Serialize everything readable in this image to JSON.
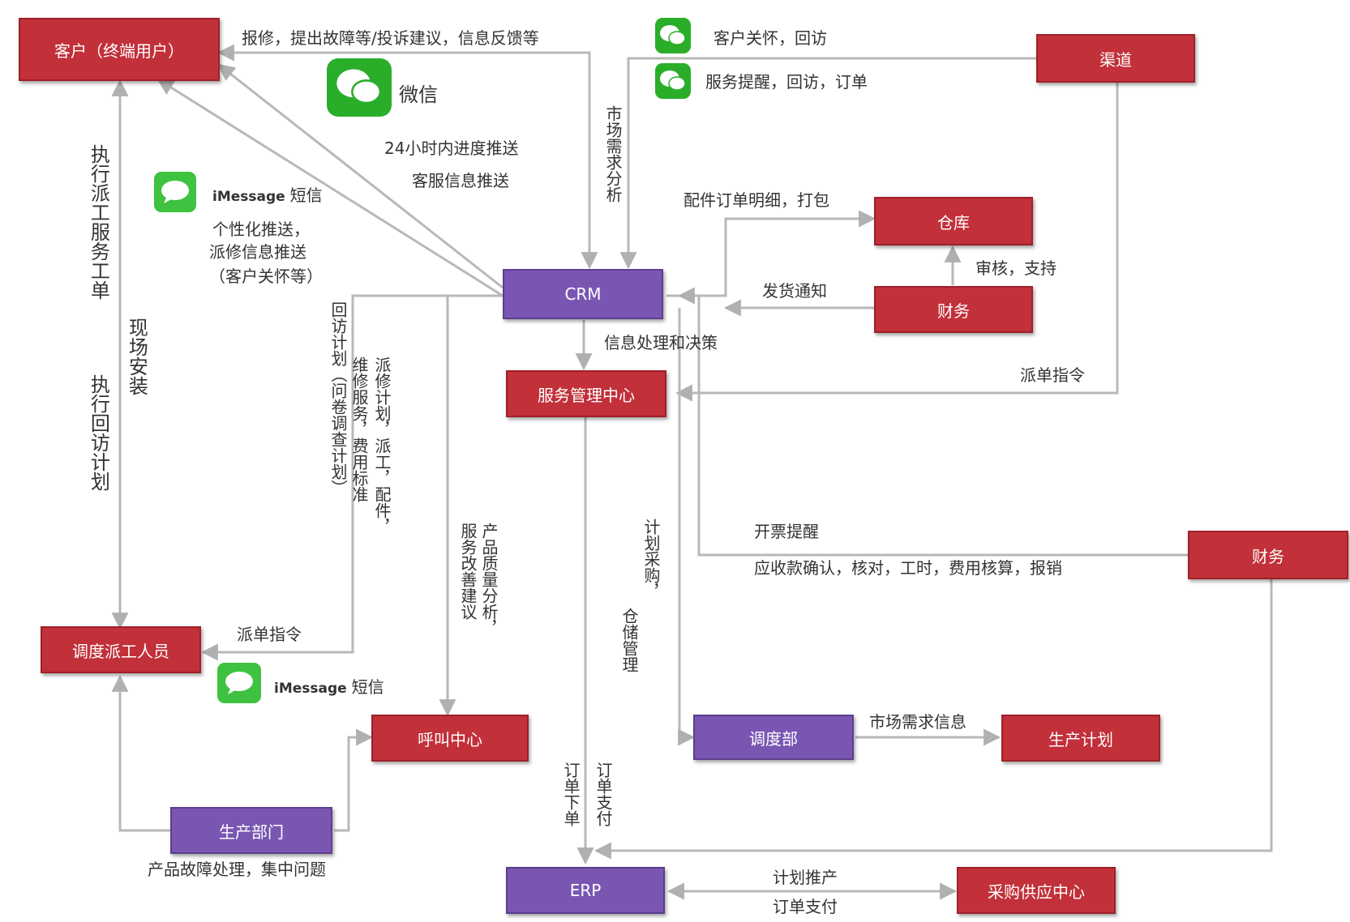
{
  "nodes": {
    "customer": "客户（终端用户）",
    "top_right": "渠道",
    "crm": "CRM",
    "fault_center": "服务管理中心",
    "warehouse": "仓库",
    "finance": "财务",
    "right_mid": "财务",
    "tech": "调度派工人员",
    "dispatch": "调度部",
    "cc": "呼叫中心",
    "prod": "生产部门",
    "tracking": "生产计划",
    "supply": "采购供应中心",
    "erp": "ERP"
  },
  "icons": {
    "wechat_small_1": "wechat-icon",
    "wechat_small_2": "wechat-icon",
    "wechat_big": "wechat-icon",
    "imessage_1": "imessage-icon",
    "imessage_2": "imessage-icon"
  },
  "labels": {
    "top_edge": "报修，提出故障等/投诉建议，信息反馈等",
    "wechat_big": "微信",
    "wechat_r1": "客户关怀，回访",
    "wechat_r2": "服务提醒，回访，订单",
    "push_1": "24小时内进度推送",
    "push_2": "客服信息推送",
    "imessage_1": "短信",
    "imessage_1_prefix": "iMessage",
    "push_3": "个性化推送，",
    "push_4": "派修信息推送",
    "push_5": "（客户关怀等）",
    "order_pack": "配件订单明细，打包",
    "approve": "审核，支持",
    "ship_notice": "发货通知",
    "info_process": "信息处理和决策",
    "parts_instr": "派单指令",
    "invoice": "开票提醒",
    "reconcile": "应收款确认，核对，工时，费用核算，报销",
    "dispatch_instr": "派单指令",
    "imessage_2": "短信",
    "imessage_2_prefix": "iMessage",
    "market_info": "市场需求信息",
    "prod_plan": "计划推产",
    "order_pay": "订单支付",
    "product_issue": "产品故障处理，集中问题"
  },
  "vlabels": {
    "v_exec1": "执行派工服务工单",
    "v_exec2": "执行回访计划",
    "v_site": "现场安装",
    "v_crm_col": "市场需求分析",
    "v_plan1": "回访计划（问卷调查计划）",
    "v_plan2": "派修计划，派工，配件，",
    "v_plan3": "维修服务，费用标准",
    "v_prod1": "产品质量分析，",
    "v_prod2": "服务改善建议",
    "v_order1": "订单下单",
    "v_order2": "订单支付",
    "v_mid1": "计划采购，",
    "v_mid2": "仓储管理"
  },
  "colors": {
    "red_node": "#c2303a",
    "purple_node": "#7a56b3",
    "line": "#b8b8b8"
  }
}
